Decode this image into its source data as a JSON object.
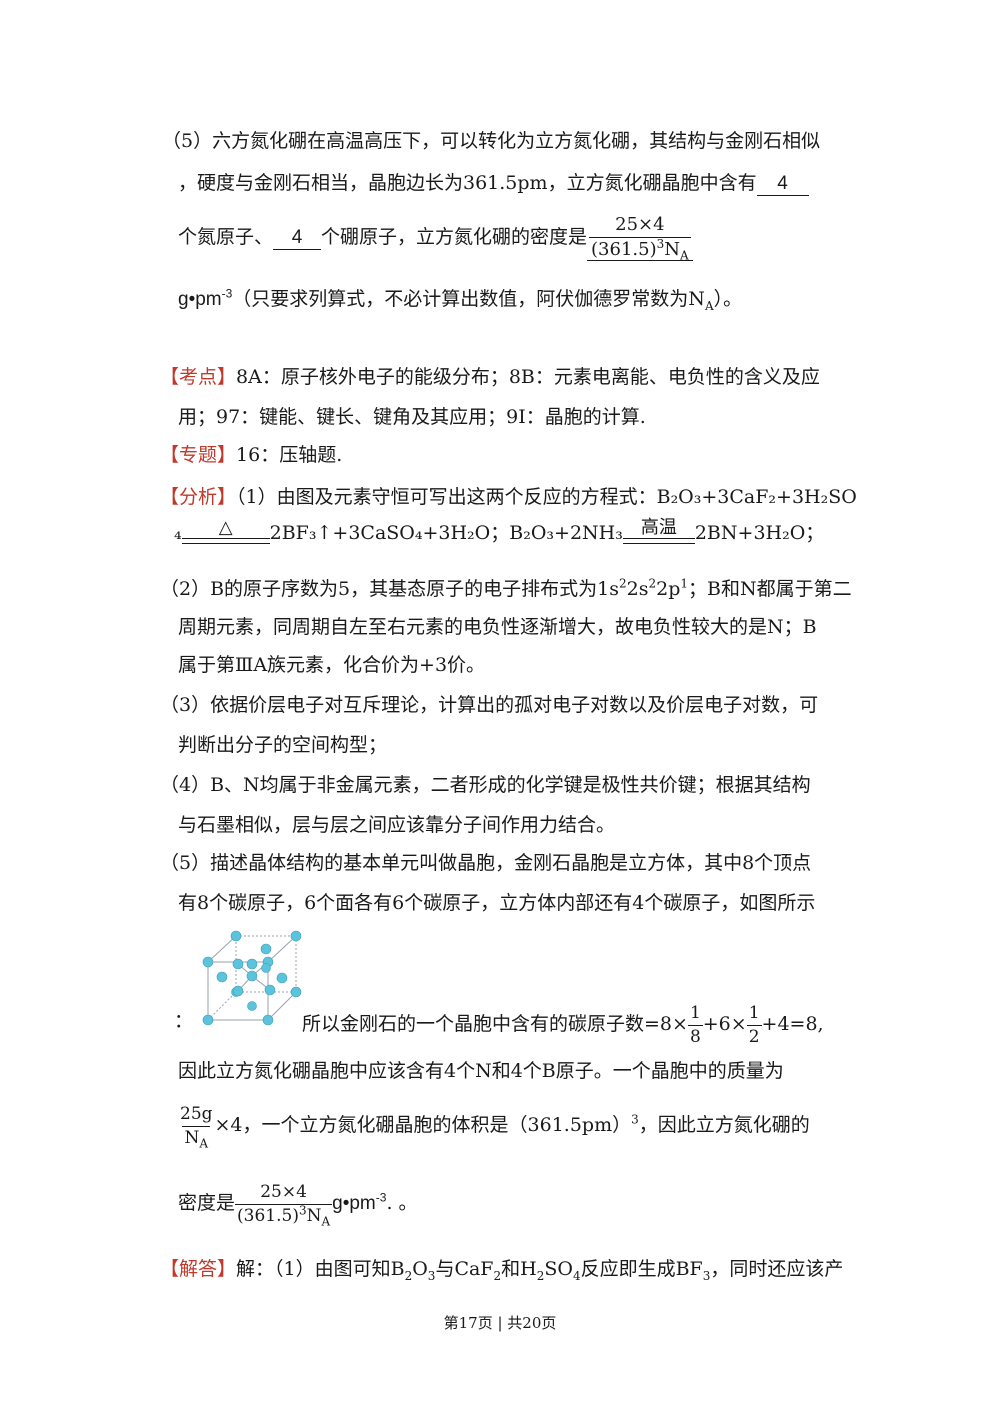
{
  "q5": {
    "line1": "（5）六方氮化硼在高温高压下，可以转化为立方氮化硼，其结构与金刚石相似",
    "line2": "，硬度与金刚石相当，晶胞边长为361.5pm，立方氮化硼晶胞中含有",
    "blank1": "4",
    "line3a": "个氮原子、",
    "blank2": "4",
    "line3b": "个硼原子，立方氮化硼的密度是",
    "density_num": "25×4",
    "density_den_base": "(361.5)",
    "density_den_exp": "3",
    "density_den_n": "N",
    "density_den_sub": "A",
    "line4a": "g•pm",
    "line4_exp": "-3",
    "line4b": "（只要求列算式，不必计算出数值，阿伏伽德罗常数为N",
    "line4_sub": "A",
    "line4c": "）。"
  },
  "kaodian": {
    "tag": "【考点】",
    "line1": "8A：原子核外电子的能级分布；8B：元素电离能、电负性的含义及应",
    "line2": "用；97：键能、键长、键角及其应用；9I：晶胞的计算."
  },
  "zhuanti": {
    "tag": "【专题】",
    "text": "16：压轴题."
  },
  "fenxi": {
    "tag": "【分析】",
    "line1": "（1）由图及元素守恒可写出这两个反应的方程式：B₂O₃+3CaF₂+3H₂SO",
    "eq_a": "₄",
    "cond1": "△",
    "eq_b": "2BF₃↑+3CaSO₄+3H₂O；B₂O₃+2NH₃",
    "cond2": "高温",
    "eq_c": "2BN+3H₂O；",
    "p2_a": "（2）B的原子序数为5，其基态原子的电子排布式为1s",
    "p2_b": "2s",
    "p2_c": "2p",
    "p2_d": "；B和N都属于第二",
    "p2_sup1": "2",
    "p2_sup2": "2",
    "p2_sup3": "1",
    "p2_line2": "周期元素，同周期自左至右元素的电负性逐渐增大，故电负性较大的是N；B",
    "p2_line3": "属于第ⅢA族元素，化合价为+3价。",
    "p3_line1": "（3）依据价层电子对互斥理论，计算出的孤对电子对数以及价层电子对数，可",
    "p3_line2": "判断出分子的空间构型；",
    "p4_line1": "（4）B、N均属于非金属元素，二者形成的化学键是极性共价键；根据其结构",
    "p4_line2": "与石墨相似，层与层之间应该靠分子间作用力结合。",
    "p5_line1": "（5）描述晶体结构的基本单元叫做晶胞，金刚石晶胞是立方体，其中8个顶点",
    "p5_line2": "有8个碳原子，6个面各有6个碳原子，立方体内部还有4个碳原子，如图所示",
    "p5_colon": "：",
    "p5_line3a": "所以金刚石的一个晶胞中含有的碳原子数=8×",
    "frac1_num": "1",
    "frac1_den": "8",
    "p5_line3b": "+6×",
    "frac2_num": "1",
    "frac2_den": "2",
    "p5_line3c": "+4=8,",
    "p5_line4": "因此立方氮化硼晶胞中应该含有4个N和4个B原子。一个晶胞中的质量为",
    "mass_num": "25g",
    "mass_den": "N",
    "mass_den_sub": "A",
    "p5_line5a": "×4，一个立方氮化硼晶胞的体积是（361.5pm）",
    "p5_line5_exp": "3",
    "p5_line5b": "，因此立方氮化硼的",
    "p5_line6a": "密度是",
    "p5_line6_num": "25×4",
    "p5_line6_den_base": "(361.5)",
    "p5_line6_den_exp": "3",
    "p5_line6_den_n": "N",
    "p5_line6_den_sub": "A",
    "p5_line6b": "g•pm",
    "p5_line6_exp": "-3",
    "p5_line6c": ".  。"
  },
  "jieda": {
    "tag": "【解答】",
    "text_a": "解：（1）由图可知B",
    "s1": "2",
    "text_b": "O",
    "s2": "3",
    "text_c": "与CaF",
    "s3": "2",
    "text_d": "和H",
    "s4": "2",
    "text_e": "SO",
    "s5": "4",
    "text_f": "反应即生成BF",
    "s6": "3",
    "text_g": "，同时还应该产"
  },
  "footer": {
    "text": "第17页 | 共20页"
  },
  "colors": {
    "tag": "#c0392b",
    "atom": "#5bc3dc",
    "cube_edge": "#9aa3ab"
  },
  "figure": {
    "icon": "diamond-unit-cell-icon"
  }
}
